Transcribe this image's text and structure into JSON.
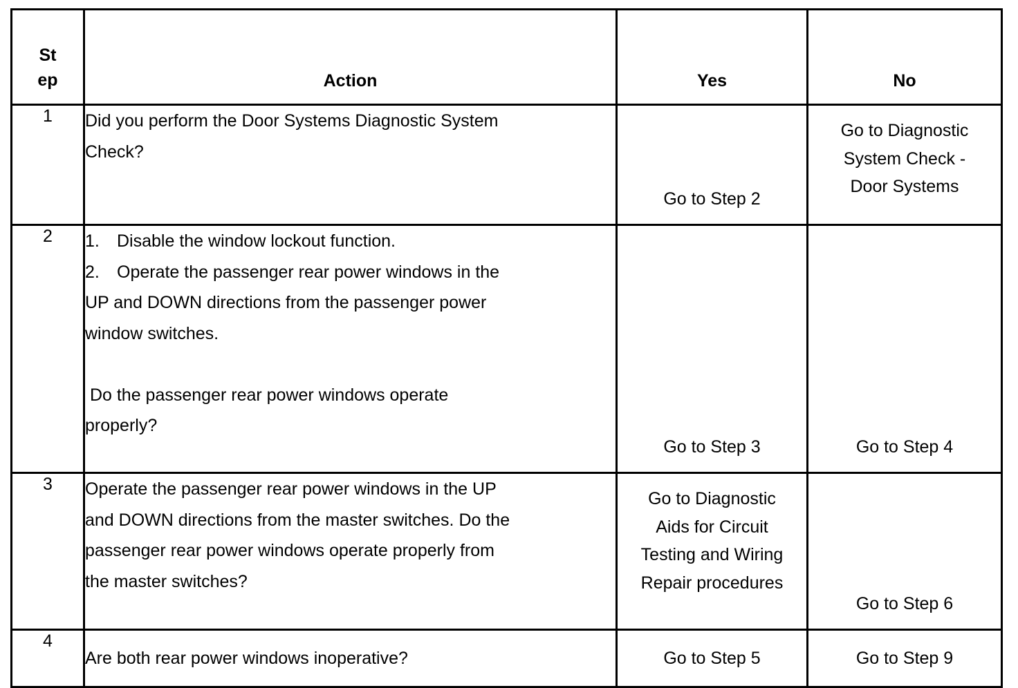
{
  "document": {
    "type": "diagnostic-decision-table",
    "columns": [
      "Step",
      "Action",
      "Yes",
      "No"
    ]
  },
  "table": {
    "headers": {
      "step": "Step",
      "step_line1": "St",
      "step_line2": "ep",
      "action": "Action",
      "yes": "Yes",
      "no": "No"
    },
    "rows": [
      {
        "step": "1",
        "action": {
          "kind": "paragraph",
          "lines": [
            "Did you perform the Door Systems Diagnostic System",
            "Check?"
          ],
          "text": "Did you perform the Door Systems Diagnostic System Check?"
        },
        "yes": {
          "lines": [
            "Go to Step 2"
          ],
          "text": "Go to Step 2",
          "align": "bottom"
        },
        "no": {
          "lines": [
            "Go to Diagnostic",
            "System Check -",
            "Door Systems"
          ],
          "text": "Go to Diagnostic System Check - Door Systems",
          "align": "top"
        }
      },
      {
        "step": "2",
        "action": {
          "kind": "numbered-list-then-question",
          "list": [
            {
              "num": "1.",
              "text": "Disable the window lockout function."
            },
            {
              "num": "2.",
              "text": "Operate the passenger rear power windows in the"
            }
          ],
          "continuation": [
            "UP and DOWN directions from the passenger power",
            "window switches."
          ],
          "question": [
            " Do the passenger rear power windows operate",
            "properly?"
          ],
          "text": "1. Disable the window lockout function. 2. Operate the passenger rear power windows in the UP and DOWN directions from the passenger power window switches. Do the passenger rear power windows operate properly?"
        },
        "yes": {
          "lines": [
            "Go to Step 3"
          ],
          "text": "Go to Step 3",
          "align": "bottom"
        },
        "no": {
          "lines": [
            "Go to Step 4"
          ],
          "text": "Go to Step 4",
          "align": "bottom"
        }
      },
      {
        "step": "3",
        "action": {
          "kind": "paragraph",
          "lines": [
            "Operate the passenger rear power windows in the UP",
            "and DOWN directions from the master switches. Do the",
            "passenger rear power windows operate properly from",
            "the master switches?"
          ],
          "text": "Operate the passenger rear power windows in the UP and DOWN directions from the master switches. Do the passenger rear power windows operate properly from the master switches?"
        },
        "yes": {
          "lines": [
            "Go to Diagnostic",
            "Aids for Circuit",
            "Testing and Wiring",
            "Repair procedures"
          ],
          "text": "Go to Diagnostic Aids for Circuit Testing and Wiring Repair procedures",
          "align": "top"
        },
        "no": {
          "lines": [
            "Go to Step 6"
          ],
          "text": "Go to Step 6",
          "align": "bottom"
        }
      },
      {
        "step": "4",
        "action": {
          "kind": "paragraph",
          "lines": [
            "Are both rear power windows inoperative?"
          ],
          "text": "Are both rear power windows inoperative?"
        },
        "yes": {
          "lines": [
            "Go to Step 5"
          ],
          "text": "Go to Step 5",
          "align": "middle"
        },
        "no": {
          "lines": [
            "Go to Step 9"
          ],
          "text": "Go to Step 9",
          "align": "middle"
        }
      }
    ]
  },
  "colors": {
    "border": "#000000",
    "text": "#000000",
    "background": "#ffffff"
  }
}
